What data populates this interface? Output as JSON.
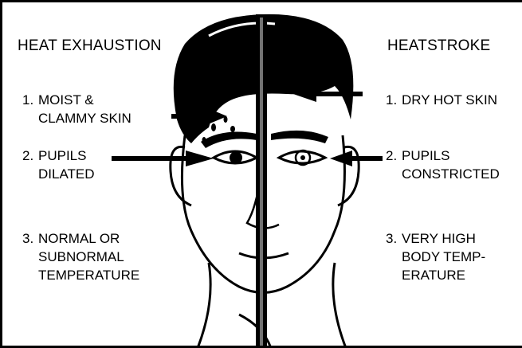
{
  "colors": {
    "ink": "#000000",
    "background": "#ffffff",
    "skin": "#ffffff"
  },
  "left": {
    "heading": "HEAT EXHAUSTION",
    "items": [
      {
        "num": "1.",
        "lines": [
          "MOIST &",
          "CLAMMY SKIN"
        ]
      },
      {
        "num": "2.",
        "lines": [
          "PUPILS",
          "DILATED"
        ]
      },
      {
        "num": "3.",
        "lines": [
          "NORMAL OR",
          "SUBNORMAL",
          "TEMPERATURE"
        ]
      }
    ]
  },
  "right": {
    "heading": "HEATSTROKE",
    "items": [
      {
        "num": "1.",
        "lines": [
          "DRY HOT SKIN"
        ]
      },
      {
        "num": "2.",
        "lines": [
          "PUPILS",
          "CONSTRICTED"
        ]
      },
      {
        "num": "3.",
        "lines": [
          "VERY HIGH",
          "BODY TEMP-",
          "ERATURE"
        ]
      }
    ]
  },
  "icons": {
    "face": "face-illustration",
    "divider": "dividing-pole",
    "arrows": [
      "arrow-right-icon",
      "arrow-left-icon"
    ]
  }
}
